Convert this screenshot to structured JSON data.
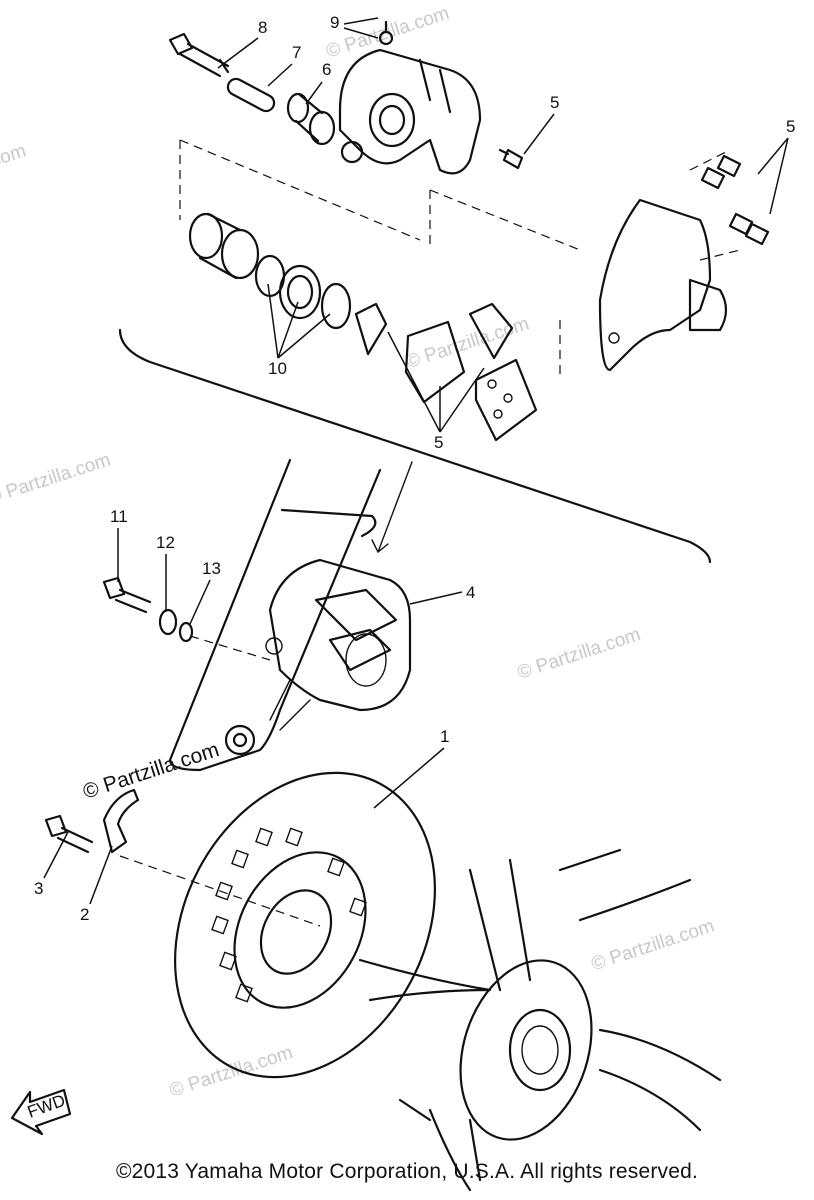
{
  "callouts": [
    "1",
    "2",
    "3",
    "4",
    "5",
    "5",
    "5",
    "5",
    "6",
    "7",
    "8",
    "9",
    "10",
    "11",
    "12",
    "13"
  ],
  "fwd_label": "FWD",
  "watermark": "© Partzilla.com",
  "copyright": "©2013  Yamaha Motor Corporation, U.S.A. All rights reserved."
}
